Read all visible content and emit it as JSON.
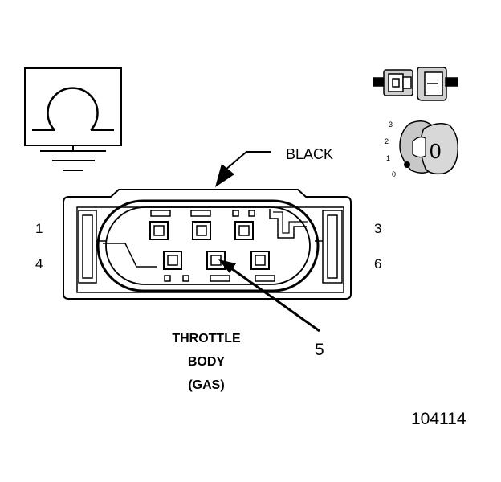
{
  "callout_wire_color": "BLACK",
  "pin_labels": {
    "p1": "1",
    "p3": "3",
    "p4": "4",
    "p6": "6"
  },
  "callout_pin": "5",
  "component_label": {
    "line1": "THROTTLE",
    "line2": "BODY",
    "line3": "(GAS)"
  },
  "figure_number": "104114",
  "connector_position_labels": {
    "s3": "3",
    "s2": "2",
    "s1": "1",
    "s0": "0"
  },
  "connector_position_marker": "0",
  "icons": {
    "component_symbol": "throttle-position-sensor-omega-symbol-icon",
    "connector_view": "connector-mating-icon",
    "position_indicator": "connector-position-indicator-icon"
  },
  "colors": {
    "line": "#000000",
    "background": "#ffffff",
    "shading": "#c8c8c8"
  }
}
